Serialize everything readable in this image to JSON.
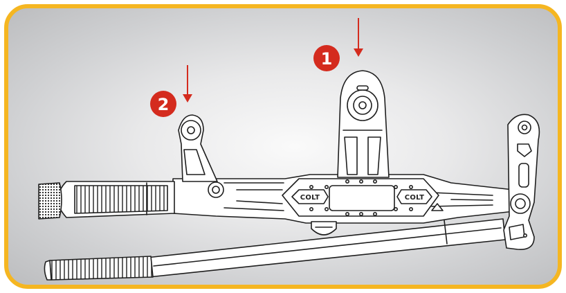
{
  "colors": {
    "frame_border": "#f5b621",
    "callout_badge": "#d42b1e",
    "callout_arrow": "#d42b1e",
    "line_art": "#1e1e1e",
    "part_fill": "#ffffff"
  },
  "callouts": [
    {
      "number": "1",
      "label": ""
    },
    {
      "number": "2",
      "label": ""
    }
  ],
  "logos": {
    "left": "COLT",
    "right": "COLT"
  }
}
